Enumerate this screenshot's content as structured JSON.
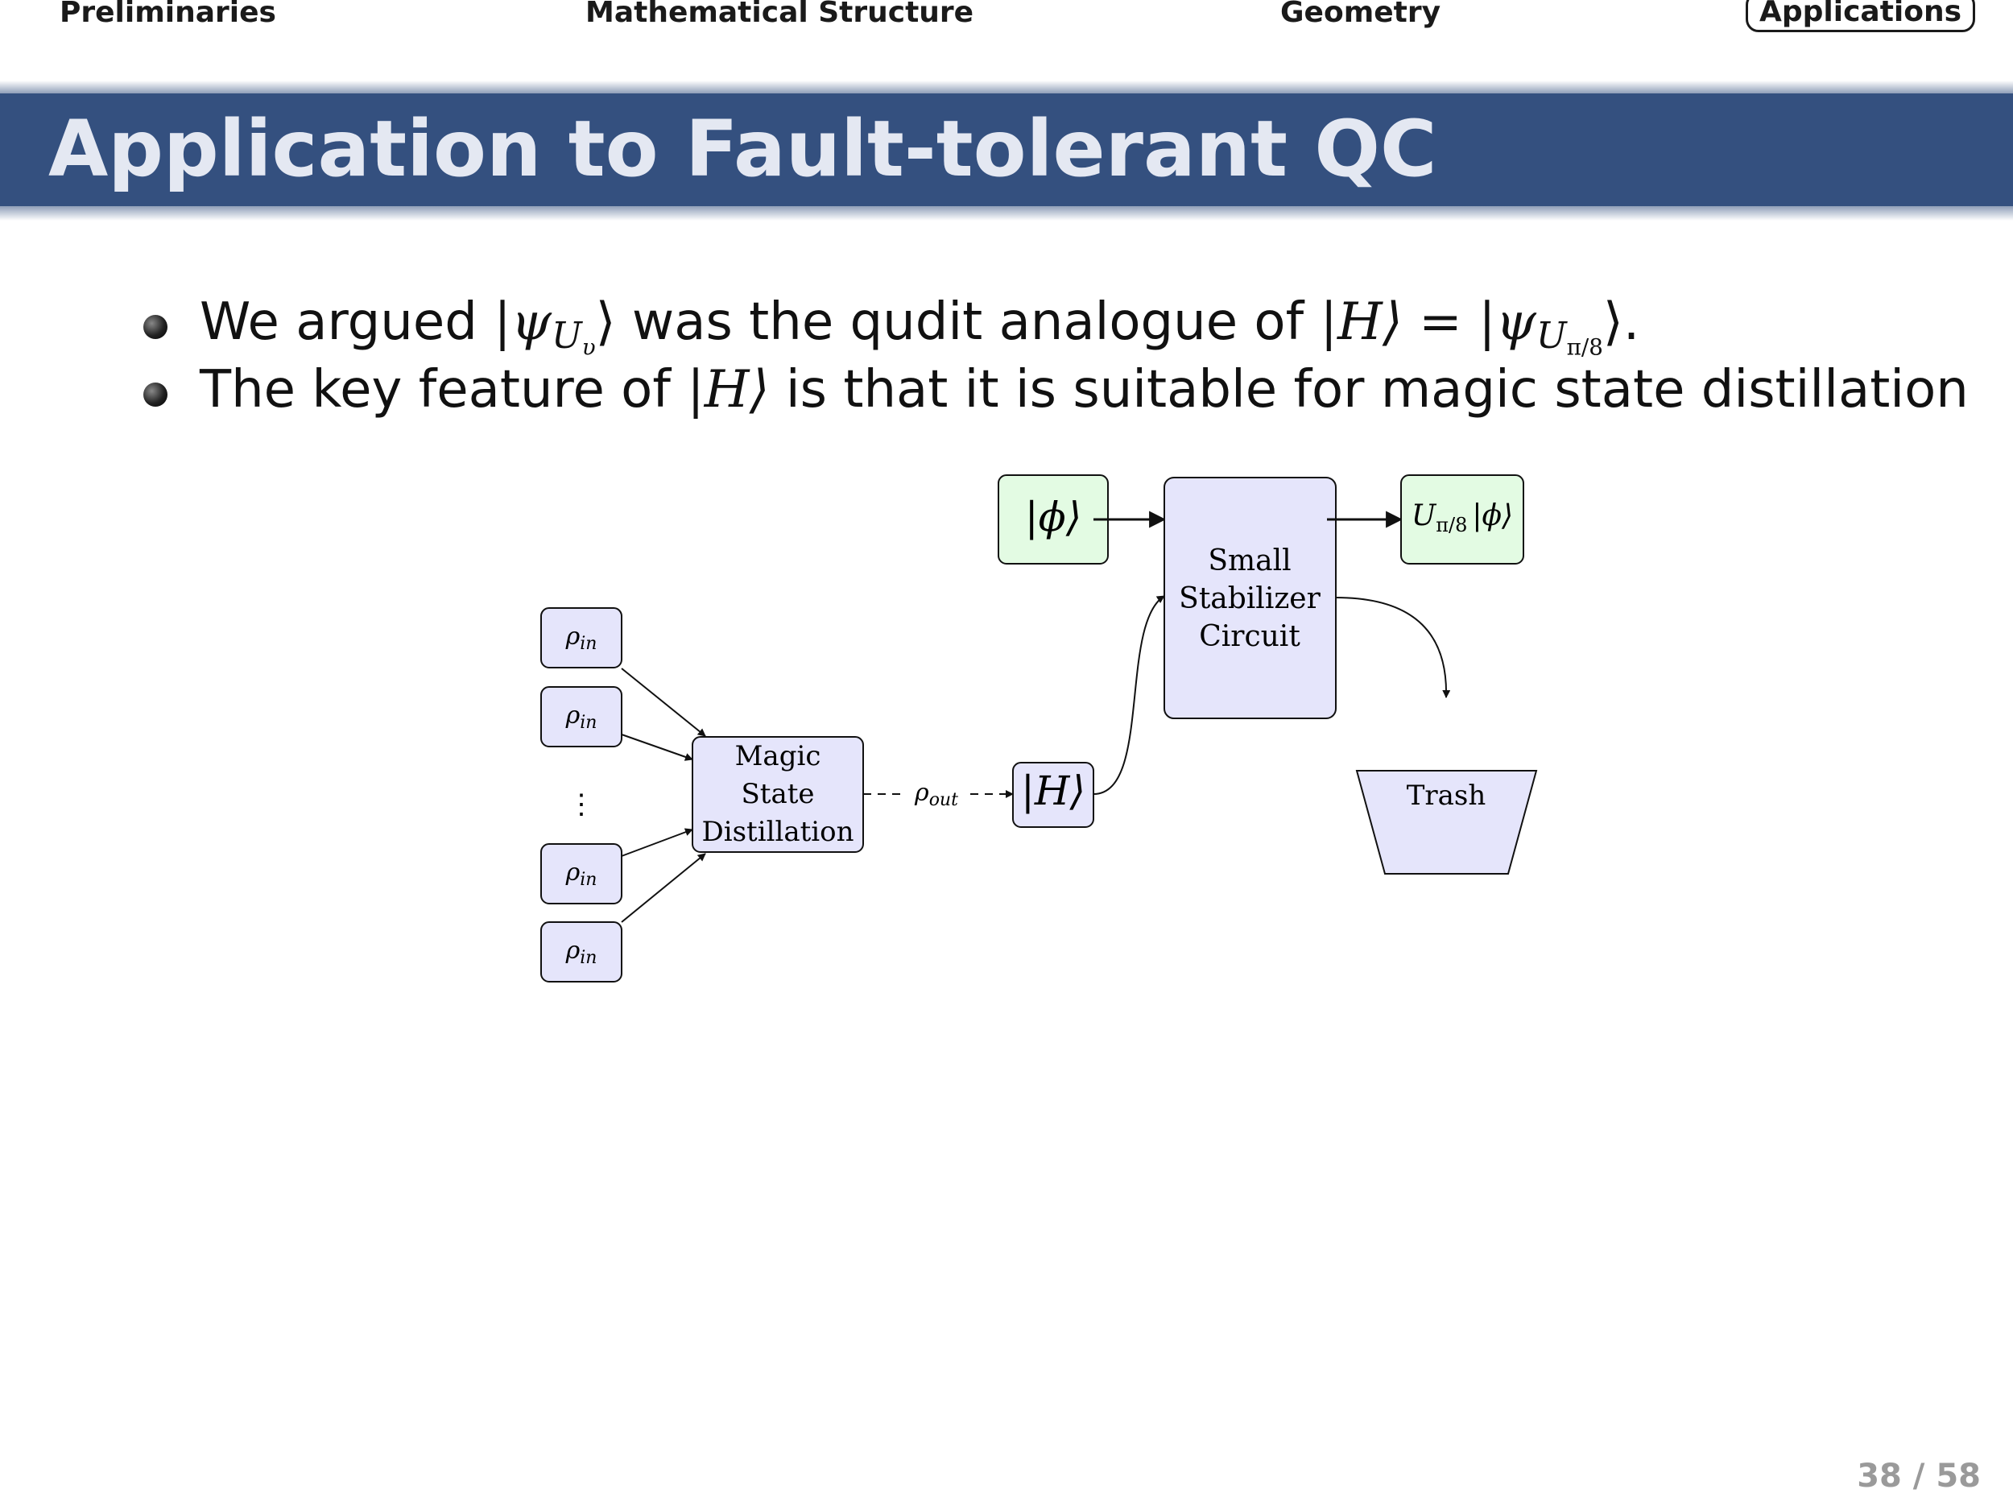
{
  "nav": {
    "items": [
      "Preliminaries",
      "Mathematical Structure",
      "Geometry",
      "Applications"
    ],
    "active": "Applications"
  },
  "slide": {
    "title": "Application to Fault-tolerant QC",
    "bullets": [
      {
        "pre": "We argued ",
        "ket1": "|ψ",
        "ket1_sub": "U",
        "ket1_subsub": "υ",
        "ket1_close": "⟩",
        "mid": " was the qudit analogue of ",
        "ket2": "|H⟩",
        "eq": " = ",
        "ket3": "|ψ",
        "ket3_sub": "U",
        "ket3_subsub": "π/8",
        "ket3_close": "⟩",
        "post": "."
      },
      {
        "pre": "The key feature of ",
        "ket": "|H⟩",
        "post": " is that it is suitable for magic state distillation"
      }
    ]
  },
  "diagram": {
    "rho_in": "ρ",
    "rho_in_sub": "in",
    "vdots": "⋮",
    "msd_lines": [
      "Magic",
      "State",
      "Distillation"
    ],
    "rho_out": "ρ",
    "rho_out_sub": "out",
    "h_ket": "|H⟩",
    "phi_ket": "|ϕ⟩",
    "circuit_lines": [
      "Small",
      "Stabilizer",
      "Circuit"
    ],
    "output_U": "U",
    "output_sub": "π/8",
    "output_ket": "|ϕ⟩",
    "trash": "Trash",
    "colors": {
      "blue_fill": "#e5e5fb",
      "green_fill": "#e3fbe3",
      "stroke": "#111111"
    }
  },
  "footer": {
    "page": "38 / 58"
  }
}
